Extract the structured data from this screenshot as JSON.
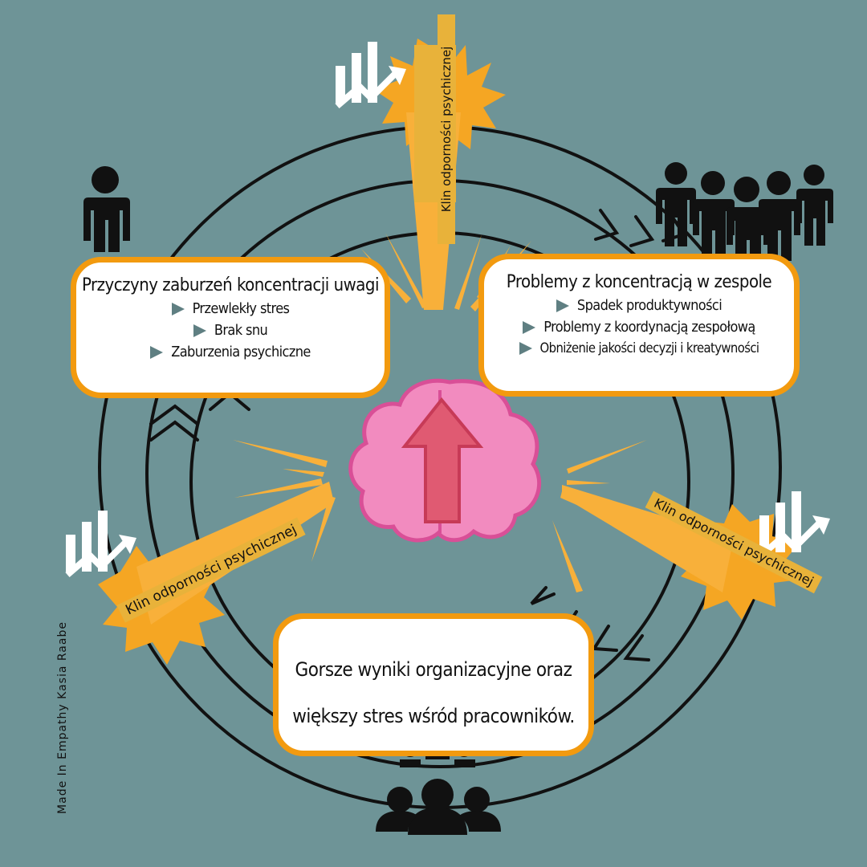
{
  "colors": {
    "background": "#6e9497",
    "box_border": "#f29a0f",
    "burst": "#f5a623",
    "wedge": "#f8b03a",
    "brain": "#f28bbf",
    "arrow": "#e05a72",
    "bullet": "#5f7f82"
  },
  "left_box": {
    "title": "Przyczyny zaburzeń koncentracji uwagi",
    "items": [
      "Przewlekły stres",
      "Brak snu",
      "Zaburzenia psychiczne"
    ]
  },
  "right_box": {
    "title": "Problemy z koncentracją w zespole",
    "items": [
      "Spadek produktywności",
      "Problemy z koordynacją zespołową",
      "Obniżenie jakości decyzji i kreatywności"
    ]
  },
  "bottom_box": {
    "line1": "Gorsze wyniki organizacyjne oraz",
    "line2": "większy stres wśród pracowników."
  },
  "wedges": {
    "top": "Klin odporności psychicznej",
    "left": "Klin odporności psychicznej",
    "right": "Klin odporności psychicznej"
  },
  "icons": [
    "person-icon",
    "team-icon",
    "group-icon",
    "brain-icon",
    "growth-chart-icon"
  ],
  "credit": "Made In Empathy Kasia Raabe"
}
